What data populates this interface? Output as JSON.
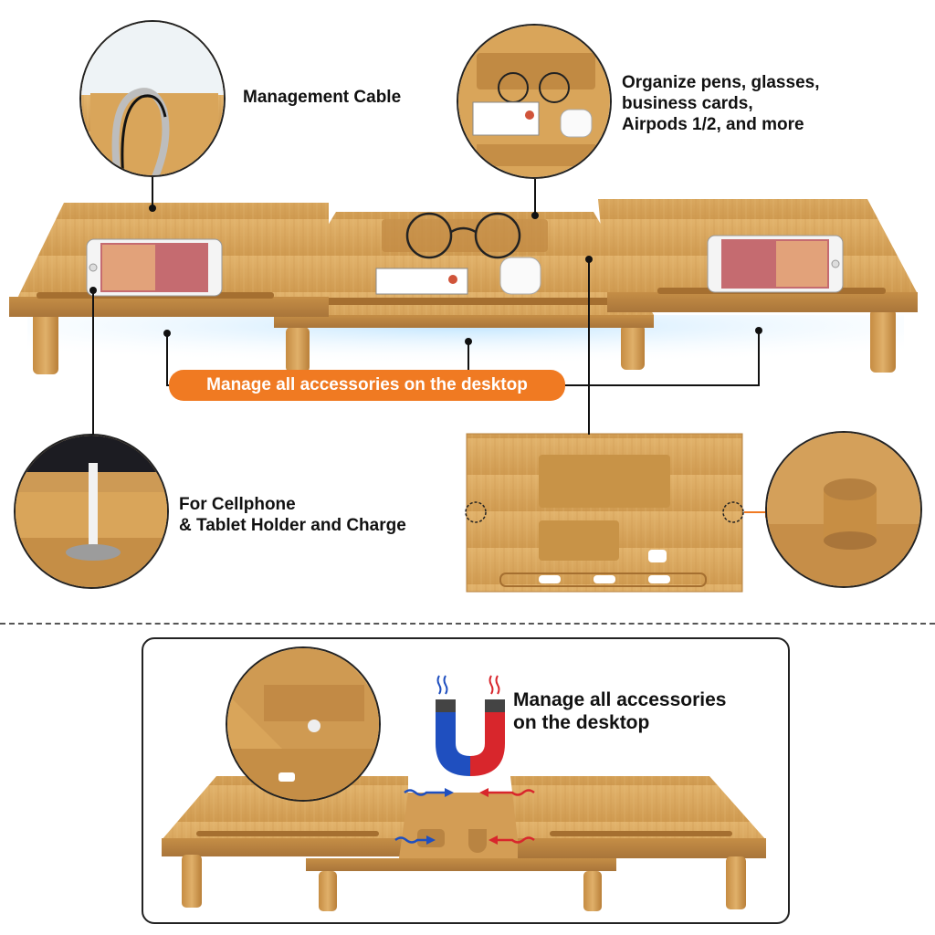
{
  "labels": {
    "cable": "Management Cable",
    "organize": "Organize pens, glasses,\nbusiness cards,\nAirpods 1/2, and more",
    "manage_pill": "Manage all accessories on the desktop",
    "phone": "For Cellphone\n& Tablet Holder and Charge",
    "magnet": "Manage all accessories\non the desktop"
  },
  "colors": {
    "bamboo": "#d9a55a",
    "bamboo_dark": "#b9833e",
    "accent": "#f07a22",
    "magnet_red": "#d8262c",
    "magnet_blue": "#1f4fbf"
  },
  "icons": [
    "magnet-icon",
    "arrow-icon",
    "heat-wave-icon"
  ]
}
